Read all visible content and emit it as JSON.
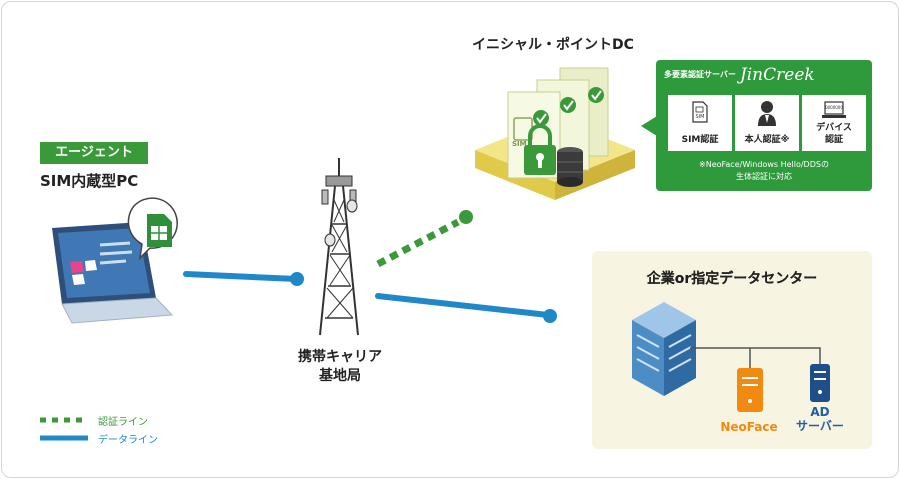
{
  "agent": {
    "badge": "エージェント",
    "device": "SIM内蔵型PC"
  },
  "tower": {
    "line1": "携帯キャリア",
    "line2": "基地局"
  },
  "initial_dc": {
    "title": "イニシャル・ポイントDC",
    "sim_tag": "SIM"
  },
  "jincreek": {
    "subtitle": "多要素認証サーバー",
    "brand": "JinCreek",
    "cells": [
      {
        "label": "SIM認証",
        "icon": "sim-icon",
        "icon_text": "SIM"
      },
      {
        "label": "本人認証※",
        "icon": "person-icon"
      },
      {
        "label_line1": "デバイス",
        "label_line2": "認証",
        "icon": "laptop-icon",
        "icon_text": "0000000"
      }
    ],
    "note_line1": "※NeoFace/Windows Hello/DDSの",
    "note_line2": "生体認証に対応"
  },
  "datacenter": {
    "title": "企業or指定データセンター",
    "neoface": "NeoFace",
    "ad_line1": "AD",
    "ad_line2": "サーバー"
  },
  "legend": {
    "auth_line": "認証ライン",
    "data_line": "データライン"
  },
  "colors": {
    "auth_green": "#3a9a3a",
    "data_blue": "#1e88c8",
    "panel_green": "#2e9a3c",
    "neoface_orange": "#f08a10",
    "ad_blue": "#1f5fa8",
    "dc_bg": "#f8f4e2"
  }
}
